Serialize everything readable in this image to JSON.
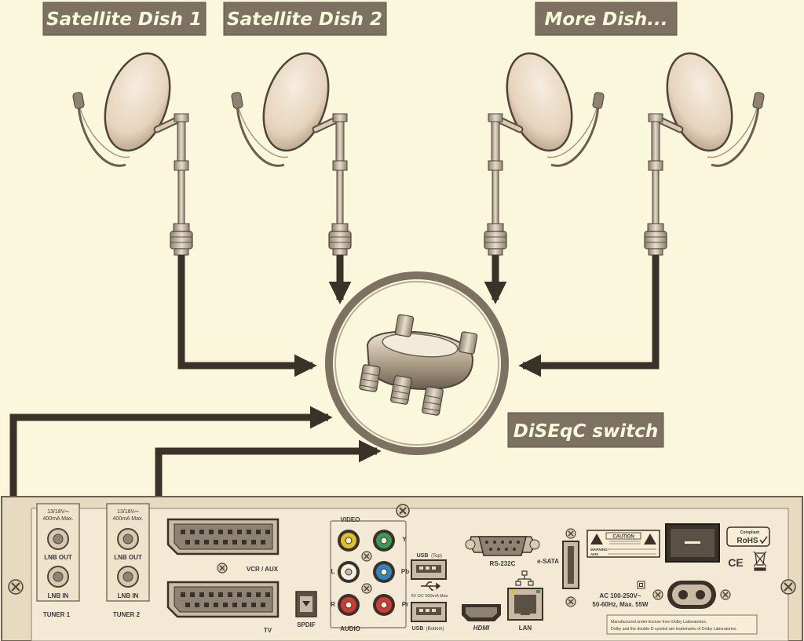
{
  "labels": {
    "dish1": "Satellite Dish 1",
    "dish2": "Satellite Dish 2",
    "more": "More Dish...",
    "switch": "DiSEqC switch"
  },
  "panel": {
    "tuner1": {
      "spec1": "13/18V⎓",
      "spec2": "400mA Max.",
      "out": "LNB OUT",
      "in": "LNB IN",
      "name": "TUNER 1"
    },
    "tuner2": {
      "spec1": "13/18V⎓",
      "spec2": "400mA Max.",
      "out": "LNB OUT",
      "in": "LNB IN",
      "name": "TUNER 2"
    },
    "vcr": "VCR / AUX",
    "tv": "TV",
    "spdif": "SPDIF",
    "video": "VIDEO",
    "audio": "AUDIO",
    "y": "Y",
    "pb": "Pb",
    "pr": "Pr",
    "l": "L",
    "r": "R",
    "usb_top": "USB",
    "usb_top_sub": "(Top)",
    "usb_power": "5V DC 500mA Max",
    "usb_bottom": "USB",
    "usb_bottom_sub": "(Bottom)",
    "rs232": "RS-232C",
    "esata": "e-SATA",
    "hdmi": "HDMI",
    "lan": "LAN",
    "caution": "CAUTION",
    "warning": "WARNING",
    "avis": "AVIS",
    "compliant": "Compliant",
    "rohs": "RoHS",
    "ce": "CE",
    "ac1": "AC 100-250V~",
    "ac2": "50-60Hz, Max. 55W",
    "dolby1": "Manufactured under license from Dolby Laboratories.",
    "dolby2": "Dolby and the double-D symbol are trademarks of Dolby Laboratories."
  },
  "colors": {
    "background": "#fbf7dc",
    "label_bg": "#7d7262",
    "cable": "#3a3129",
    "dish": "#e9d9c4",
    "panel": "#efe3cc"
  }
}
